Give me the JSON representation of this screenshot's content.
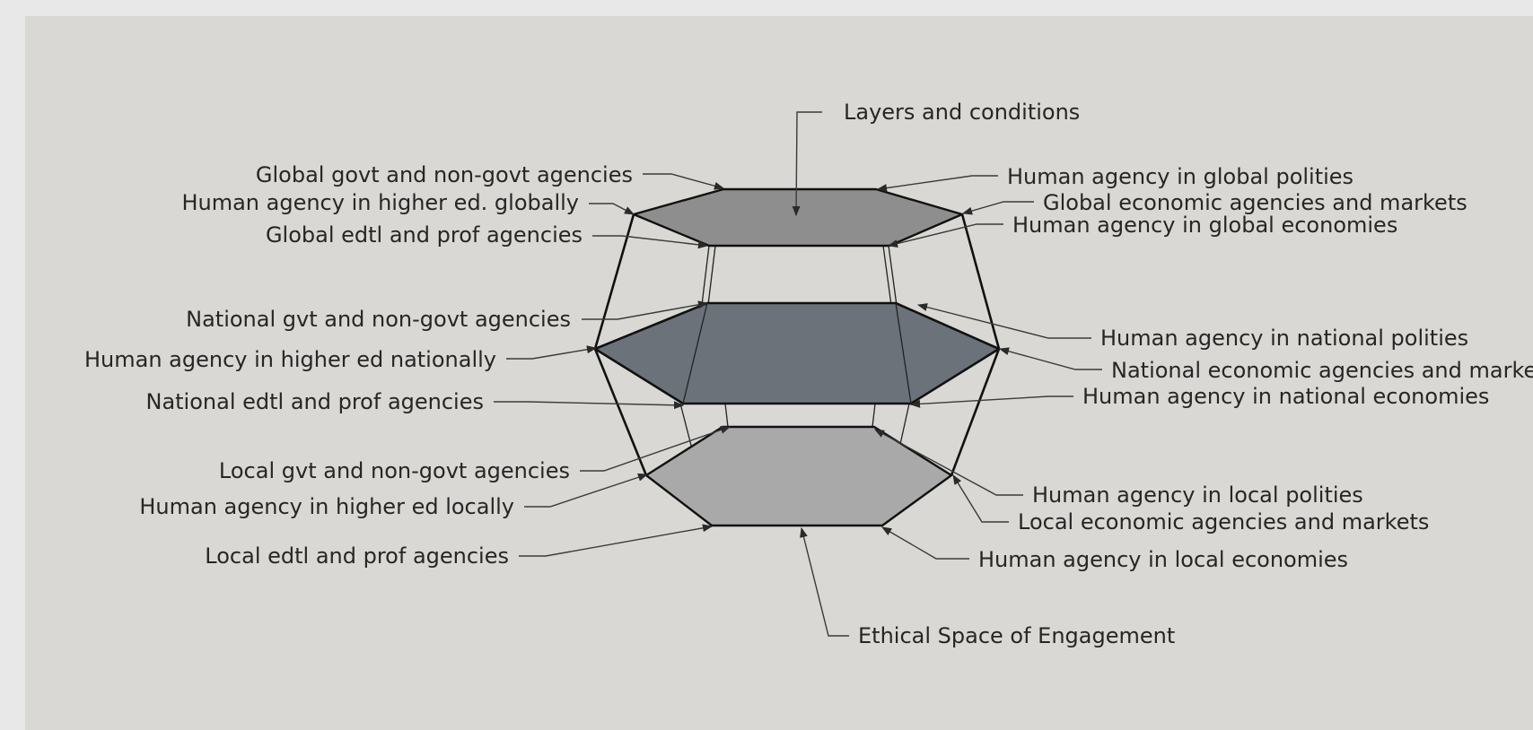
{
  "diagram": {
    "title": "Layers and conditions",
    "footer": "Ethical Space of Engagement",
    "layers": [
      {
        "name": "global",
        "color": "#8e8e8e"
      },
      {
        "name": "national",
        "color": "#6b727a"
      },
      {
        "name": "local",
        "color": "#a9a9a9"
      }
    ],
    "labels": {
      "global_govt": "Global govt and non-govt agencies",
      "global_higher_ed": "Human agency in higher ed. globally",
      "global_edtl": "Global edtl and prof agencies",
      "national_govt": "National gvt and non-govt agencies",
      "national_higher_ed": "Human agency in higher ed nationally",
      "national_edtl": "National edtl and prof agencies",
      "local_govt": "Local gvt and non-govt agencies",
      "local_higher_ed": "Human agency in higher ed locally",
      "local_edtl": "Local edtl and prof agencies",
      "global_polities": "Human agency in global polities",
      "global_markets": "Global economic agencies and markets",
      "global_economies": "Human agency in global economies",
      "national_polities": "Human agency in national polities",
      "national_markets": "National economic agencies and markets",
      "national_economies": "Human agency in national economies",
      "local_polities": "Human agency in local polities",
      "local_markets": "Local economic agencies and markets",
      "local_economies": "Human agency in local economies"
    }
  }
}
